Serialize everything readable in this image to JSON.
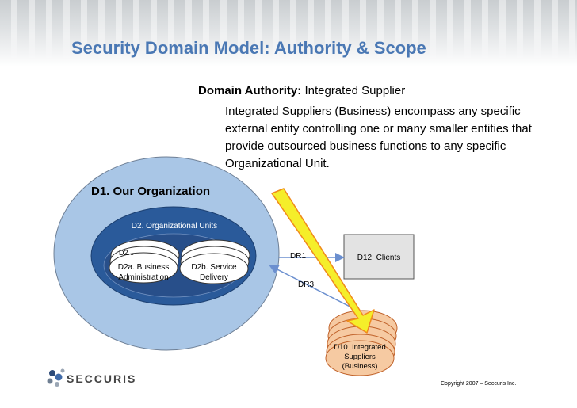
{
  "slide": {
    "title": "Security Domain Model: Authority & Scope",
    "authority_label": "Domain Authority:",
    "authority_value": "Integrated Supplier",
    "description": "Integrated Suppliers (Business) encompass any specific external entity controlling one or many smaller entities that provide outsourced business functions to any specific Organizational Unit."
  },
  "diagram": {
    "org_title": "D1. Our Organization",
    "org_units": "D2. Organizational Units",
    "stack_left_back": "D2...",
    "d2a_line1": "D2a. Business",
    "d2a_line2": "Administration",
    "d2b_line1": "D2b. Service",
    "d2b_line2": "Delivery",
    "dr1": "DR1",
    "dr3": "DR3",
    "clients": "D12. Clients",
    "suppliers_line1": "D10. Integrated",
    "suppliers_line2": "Suppliers",
    "suppliers_line3": "(Business)"
  },
  "footer": {
    "logo_text": "SECCURIS",
    "copyright": "Copyright 2007 – Seccuris Inc."
  },
  "colors": {
    "title_blue": "#4a78b4",
    "org_fill": "#a9c6e6",
    "unit_fill": "#2a5a9a",
    "ellipse_fill": "#ffffff",
    "supplier_fill": "#f6caa2",
    "supplier_stroke": "#c0622a",
    "arrow_fill": "#f5ee2a",
    "arrow_stroke": "#f08a1c",
    "connector": "#6b8fcf"
  }
}
